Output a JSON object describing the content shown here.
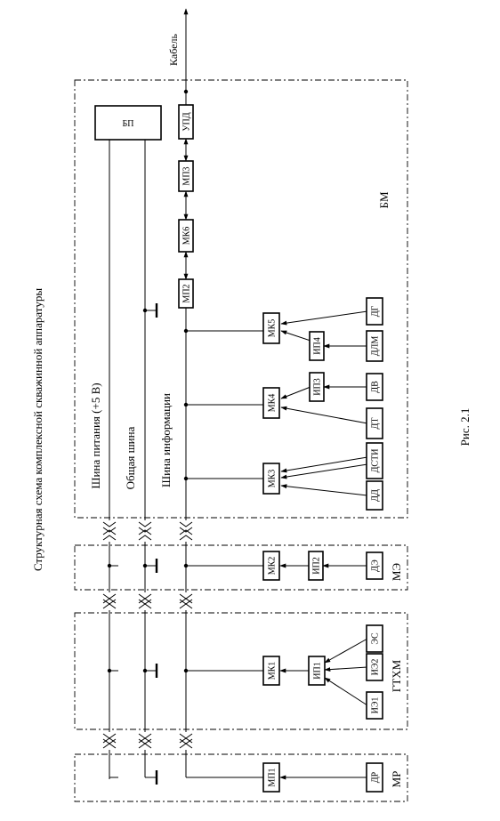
{
  "title": "Структурная схема комплексной скважинной аппаратуры",
  "caption": "Рис. 2.1",
  "labels": {
    "cable": "Кабель",
    "bus_power": "Шина питания (+5 В)",
    "bus_common": "Общая шина",
    "bus_info": "Шина информации"
  },
  "modules": {
    "bm": "БМ",
    "me": "МЭ",
    "gthm": "ГТХМ",
    "mr": "МР"
  },
  "blocks": {
    "bp": "БП",
    "upd": "УПД",
    "mp3": "МП3",
    "mk6": "МК6",
    "mp2": "МП2",
    "mk5": "МК5",
    "ip4": "ИП4",
    "dg": "ДГ",
    "dlm": "ДЛМ",
    "mk4": "МК4",
    "ip3": "ИП3",
    "dv": "ДВ",
    "dt": "ДТ",
    "mk3": "МК3",
    "dsti": "ДСТИ",
    "dd": "ДД",
    "mk2": "МК2",
    "ip2": "ИП2",
    "de": "ДЭ",
    "mk1": "МК1",
    "ip1": "ИП1",
    "es": "ЭС",
    "ie2": "ИЭ2",
    "ie1": "ИЭ1",
    "mp1": "МП1",
    "dr": "ДР"
  }
}
